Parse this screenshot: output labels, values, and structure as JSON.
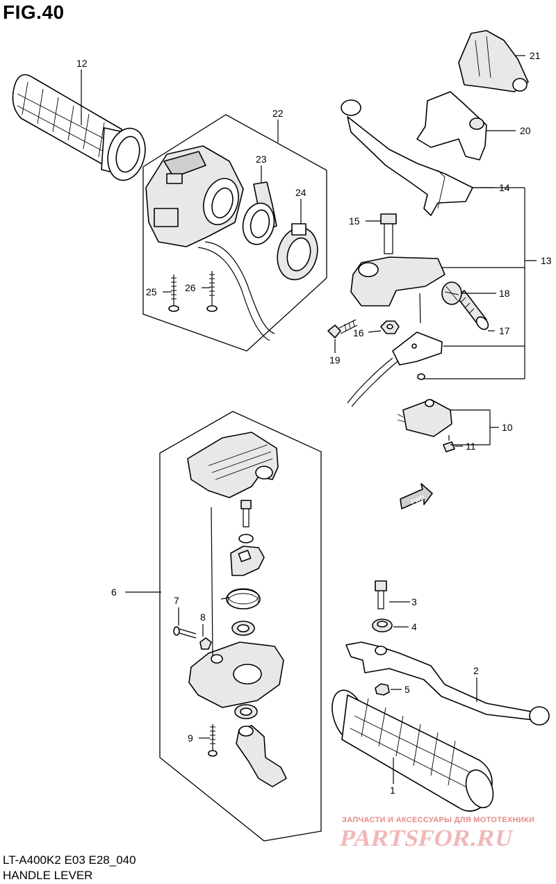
{
  "figure": {
    "title": "FIG.40",
    "model_code": "LT-A400K2 E03 E28_040",
    "section_name": "HANDLE LEVER"
  },
  "watermark": {
    "subtitle": "ЗАПЧАСТИ И АКСЕССУАРЫ ДЛЯ МОТОТЕХНИКИ",
    "logo": "PARTSFOR.RU"
  },
  "direction_marker": "FWD",
  "callouts": [
    {
      "id": "1",
      "label": "1"
    },
    {
      "id": "2",
      "label": "2"
    },
    {
      "id": "3",
      "label": "3"
    },
    {
      "id": "4",
      "label": "4"
    },
    {
      "id": "5",
      "label": "5"
    },
    {
      "id": "6",
      "label": "6"
    },
    {
      "id": "7",
      "label": "7"
    },
    {
      "id": "8",
      "label": "8"
    },
    {
      "id": "9",
      "label": "9"
    },
    {
      "id": "10",
      "label": "10"
    },
    {
      "id": "11",
      "label": "11"
    },
    {
      "id": "12",
      "label": "12"
    },
    {
      "id": "13",
      "label": "13"
    },
    {
      "id": "14",
      "label": "14"
    },
    {
      "id": "15",
      "label": "15"
    },
    {
      "id": "16",
      "label": "16"
    },
    {
      "id": "17",
      "label": "17"
    },
    {
      "id": "18",
      "label": "18"
    },
    {
      "id": "19",
      "label": "19"
    },
    {
      "id": "20",
      "label": "20"
    },
    {
      "id": "21",
      "label": "21"
    },
    {
      "id": "22",
      "label": "22"
    },
    {
      "id": "23",
      "label": "23"
    },
    {
      "id": "24",
      "label": "24"
    },
    {
      "id": "25",
      "label": "25"
    },
    {
      "id": "26",
      "label": "26"
    }
  ]
}
